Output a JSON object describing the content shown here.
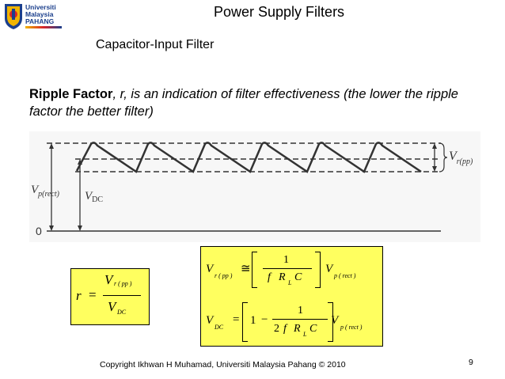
{
  "logo": {
    "line1": "Universiti",
    "line2": "Malaysia",
    "line3": "PAHANG"
  },
  "slide": {
    "title": "Power Supply Filters",
    "subtitle": "Capacitor-Input Filter",
    "desc_bold": "Ripple Factor",
    "desc_rest": ", r, is an indication of filter effectiveness (the lower the ripple factor the better filter)"
  },
  "waveform": {
    "label_vrpp_main": "V",
    "label_vrpp_sub": "r(pp)",
    "label_vp_main": "V",
    "label_vp_sub": "p(rect)",
    "label_vdc_main": "V",
    "label_vdc_sub": "DC",
    "label_zero": "0"
  },
  "formula_r": {
    "lhs": "r",
    "eq": "=",
    "num_main": "V",
    "num_sub": "r ( pp )",
    "den_main": "V",
    "den_sub": "DC"
  },
  "formula_eq1": {
    "lhs_main": "V",
    "lhs_sub": "r ( pp )",
    "approx": "≅",
    "num": "1",
    "den_f": "f",
    "den_R": "R",
    "den_L": "L",
    "den_C": "C",
    "rhs_main": "V",
    "rhs_sub": "p ( rect )"
  },
  "formula_eq2": {
    "lhs_main": "V",
    "lhs_sub": "DC",
    "eq": "=",
    "one": "1",
    "minus": "−",
    "num": "1",
    "den_2": "2",
    "den_f": "f",
    "den_R": "R",
    "den_L": "L",
    "den_C": "C",
    "rhs_main": "V",
    "rhs_sub": "p ( rect )"
  },
  "footer": {
    "copyright": "Copyright Ikhwan H Muhamad, Universiti Malaysia Pahang © 2010",
    "page": "9"
  }
}
